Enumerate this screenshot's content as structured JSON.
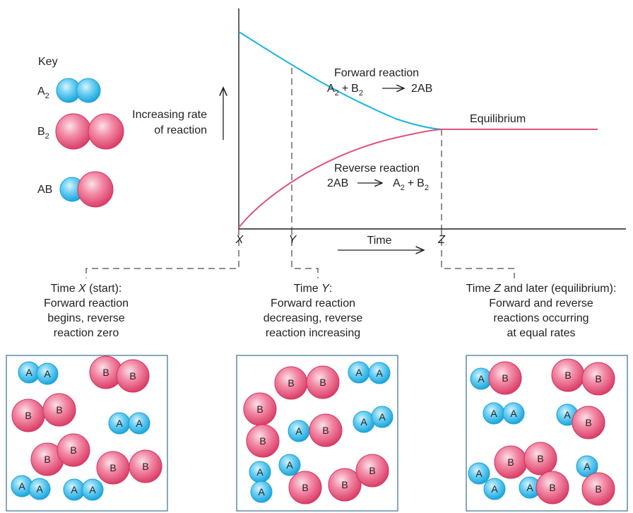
{
  "key": {
    "title": "Key",
    "items": [
      {
        "label": "A",
        "subscript": "2",
        "molecule": "A2"
      },
      {
        "label": "B",
        "subscript": "2",
        "molecule": "B2"
      },
      {
        "label": "AB",
        "subscript": "",
        "molecule": "AB"
      }
    ]
  },
  "yaxis": {
    "line1": "Increasing rate",
    "line2": "of reaction"
  },
  "xaxis": {
    "label": "Time"
  },
  "ticks": [
    "X",
    "Y",
    "Z"
  ],
  "curves": {
    "forward": {
      "title": "Forward reaction",
      "color": "#19b5e6"
    },
    "reverse": {
      "title": "Reverse reaction",
      "color": "#e0527a"
    },
    "equilibrium": "Equilibrium"
  },
  "equations": {
    "a": "A",
    "b": "B",
    "two": "2",
    "plus": "+",
    "ab2": "2AB"
  },
  "captions": {
    "x": {
      "t1": "Time ",
      "t2": "X",
      "t3": " (start):",
      "l2": "Forward reaction",
      "l3": "begins, reverse",
      "l4": "reaction zero"
    },
    "y": {
      "t1": "Time ",
      "t2": "Y",
      "t3": ":",
      "l2": "Forward reaction",
      "l3": "decreasing, reverse",
      "l4": "reaction increasing"
    },
    "z": {
      "t1": "Time ",
      "t2": "Z",
      "t3": " and later (equilibrium):",
      "l2": "Forward and reverse",
      "l3": "reactions occurring",
      "l4": "at equal rates"
    }
  },
  "atom_labels": {
    "a": "A",
    "b": "B"
  },
  "colors": {
    "a_atom": "#29b8e8",
    "b_atom": "#e85a7e",
    "line": "#231f20",
    "box": "#3a6f8f"
  }
}
